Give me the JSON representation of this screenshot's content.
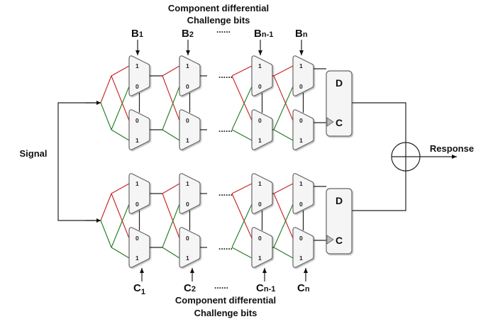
{
  "top_title": [
    "Component differential",
    "Challenge bits"
  ],
  "bottom_title": [
    "Component differential",
    "Challenge bits"
  ],
  "signal_label": "Signal",
  "response_label": "Response",
  "ellipsis": "......",
  "top_bits": [
    {
      "base": "B",
      "sub": "1"
    },
    {
      "base": "B",
      "sub": "2"
    },
    {
      "base": "B",
      "sub": "n-1"
    },
    {
      "base": "B",
      "sub": "n"
    }
  ],
  "bottom_bits": [
    {
      "base": "C",
      "sub": "1"
    },
    {
      "base": "C",
      "sub": "2"
    },
    {
      "base": "C",
      "sub": "n-1"
    },
    {
      "base": "C",
      "sub": "n"
    }
  ],
  "mux_ports": {
    "upper": [
      "1",
      "0"
    ],
    "lower": [
      "0",
      "1"
    ]
  },
  "flipflop": {
    "d_label": "D",
    "clk_label": "C"
  },
  "colors": {
    "cross_path": "#c81e1e",
    "straight_path": "#1e7a1e",
    "mux_fill": "#f5f5f5",
    "border": "#666666"
  },
  "stages_per_row": 4,
  "rows": [
    "top-arbiter-chain",
    "bottom-arbiter-chain"
  ]
}
